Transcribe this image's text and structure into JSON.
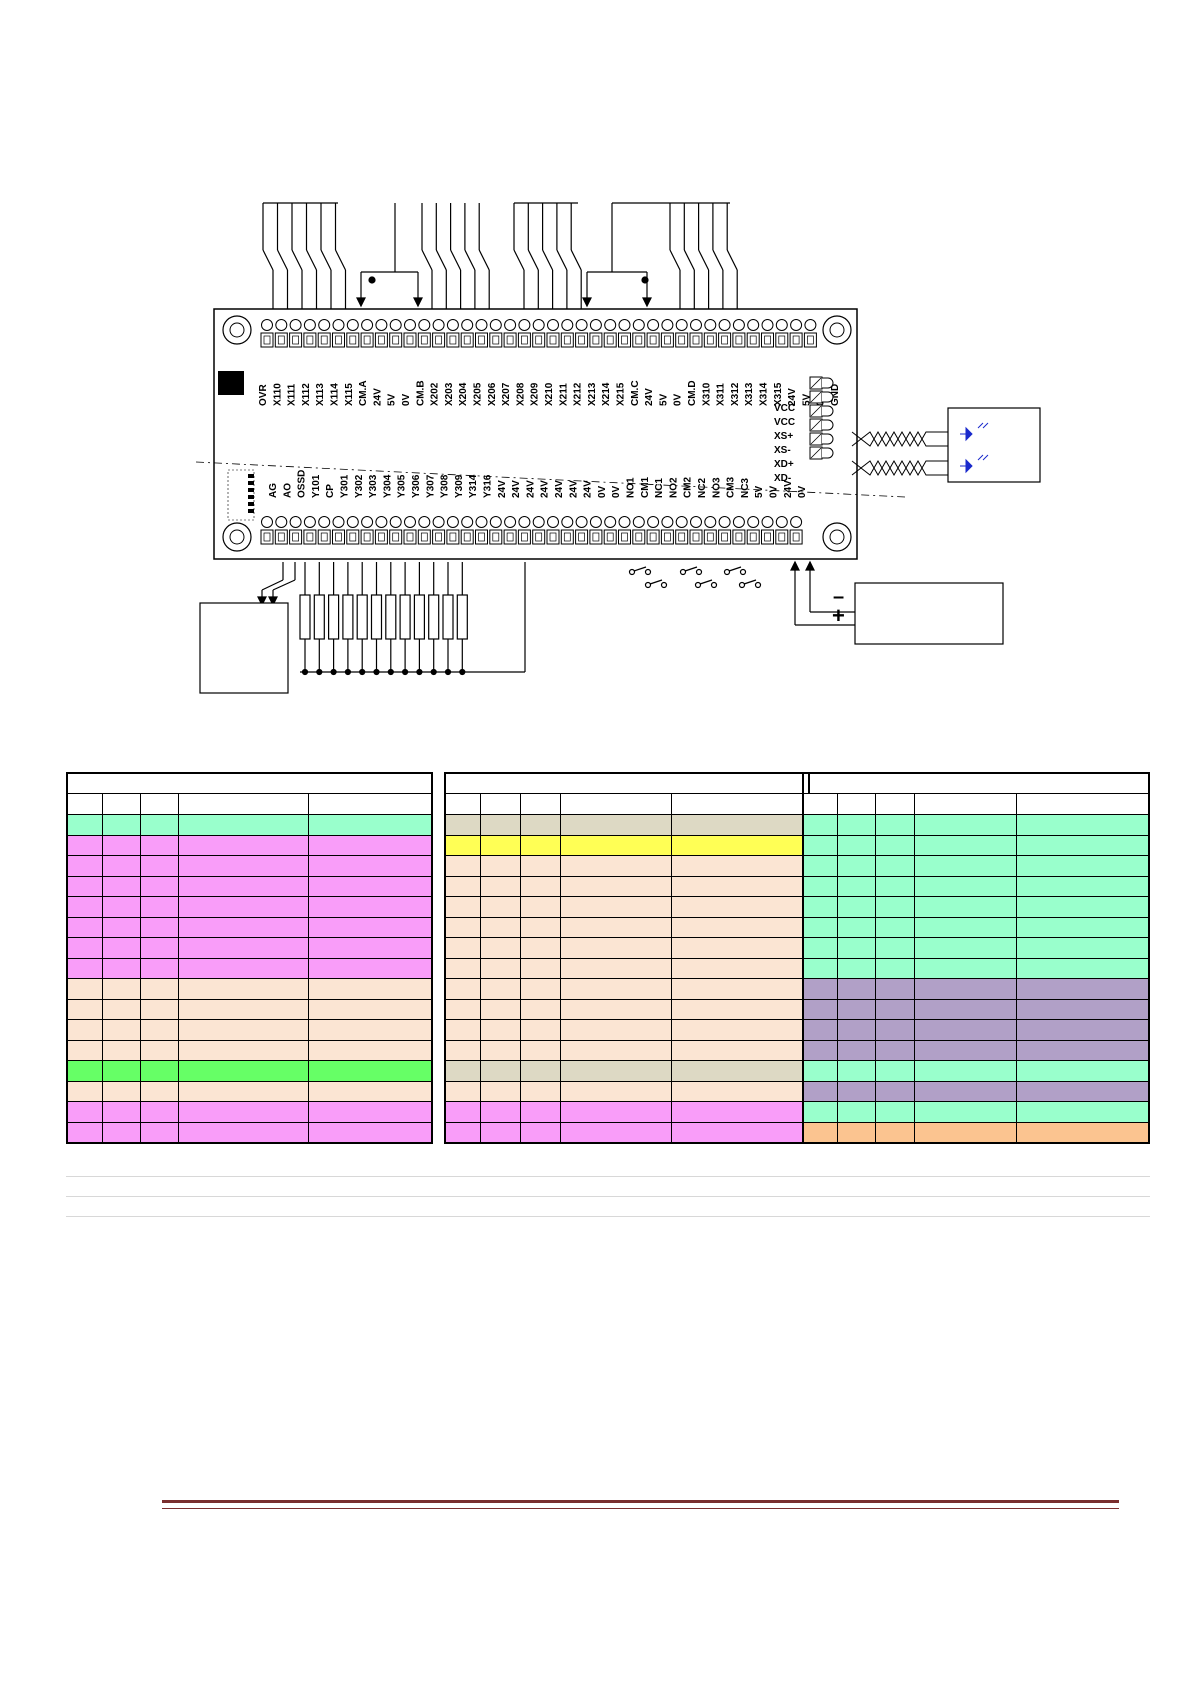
{
  "controller": {
    "top_row_labels": [
      "OVR",
      "X110",
      "X111",
      "X112",
      "X113",
      "X114",
      "X115",
      "CM.A",
      "24V",
      "5V",
      "0V",
      "CM.B",
      "X202",
      "X203",
      "X204",
      "X205",
      "X206",
      "X207",
      "X208",
      "X209",
      "X210",
      "X211",
      "X212",
      "X213",
      "X214",
      "X215",
      "CM.C",
      "24V",
      "5V",
      "0V",
      "CM.D",
      "X310",
      "X311",
      "X312",
      "X313",
      "X314",
      "X315",
      "24V",
      "5V",
      "0V",
      "GND"
    ],
    "bottom_row_labels": [
      "AG",
      "AO",
      "OSSD",
      "Y101",
      "CP",
      "Y301",
      "Y302",
      "Y303",
      "Y304",
      "Y305",
      "Y306",
      "Y307",
      "Y308",
      "Y309",
      "Y314",
      "Y316",
      "24V",
      "24V",
      "24V",
      "24V",
      "24V",
      "24V",
      "24V",
      "0V",
      "0V",
      "NO1",
      "CM1",
      "NC1",
      "NO2",
      "CM2",
      "NC2",
      "NO3",
      "CM3",
      "NC3",
      "5V",
      "0V",
      "24V",
      "0V"
    ],
    "side_labels": [
      "VCC",
      "VCC",
      "XS+",
      "XS-",
      "XD+",
      "XD-"
    ],
    "plus_sign": "+",
    "minus_sign": "–"
  },
  "colors": {
    "pink": "#f99df9",
    "peach": "#fbe5d3",
    "mint": "#99ffcc",
    "green": "#66ff66",
    "yellow": "#ffff55",
    "khaki": "#ddd9c4",
    "lavender": "#b1a0c7",
    "orange": "#fbc490",
    "footer_rule": "#7a2e2e"
  },
  "pin_tables": [
    {
      "rows": [
        "mint",
        "pink",
        "pink",
        "pink",
        "pink",
        "pink",
        "pink",
        "pink",
        "peach",
        "peach",
        "peach",
        "peach",
        "green",
        "peach",
        "pink",
        "pink"
      ]
    },
    {
      "rows": [
        "khaki",
        "yellow",
        "peach",
        "peach",
        "peach",
        "peach",
        "peach",
        "peach",
        "peach",
        "peach",
        "peach",
        "peach",
        "khaki",
        "peach",
        "pink",
        "pink"
      ]
    },
    {
      "rows": [
        "mint",
        "mint",
        "mint",
        "mint",
        "mint",
        "mint",
        "mint",
        "mint",
        "lavender",
        "lavender",
        "lavender",
        "lavender",
        "mint",
        "lavender",
        "mint",
        "orange"
      ]
    }
  ]
}
